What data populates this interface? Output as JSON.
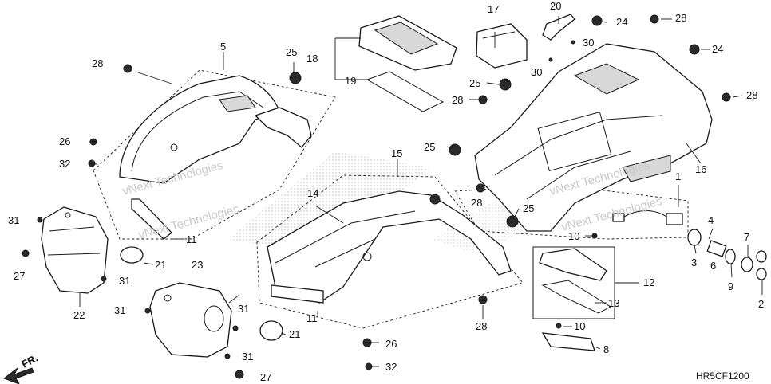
{
  "diagram_code": "HR5CF1200",
  "front_marker": "FR.",
  "watermark": [
    "vNext Technologies",
    "vNext Technologies",
    "vNext Technologies",
    "vNext Technologies"
  ],
  "callouts": [
    "1",
    "2",
    "3",
    "4",
    "5",
    "6",
    "7",
    "8",
    "9",
    "10",
    "10",
    "11",
    "11",
    "12",
    "13",
    "14",
    "15",
    "16",
    "17",
    "18",
    "19",
    "20",
    "21",
    "21",
    "22",
    "23",
    "24",
    "24",
    "25",
    "25",
    "25",
    "25",
    "26",
    "26",
    "27",
    "27",
    "28",
    "28",
    "28",
    "28",
    "28",
    "28",
    "30",
    "30",
    "31",
    "31",
    "31",
    "31",
    "31",
    "32",
    "32"
  ],
  "colors": {
    "line": "#1a1a1a",
    "watermark": "#c9c9c9",
    "background": "#ffffff"
  }
}
